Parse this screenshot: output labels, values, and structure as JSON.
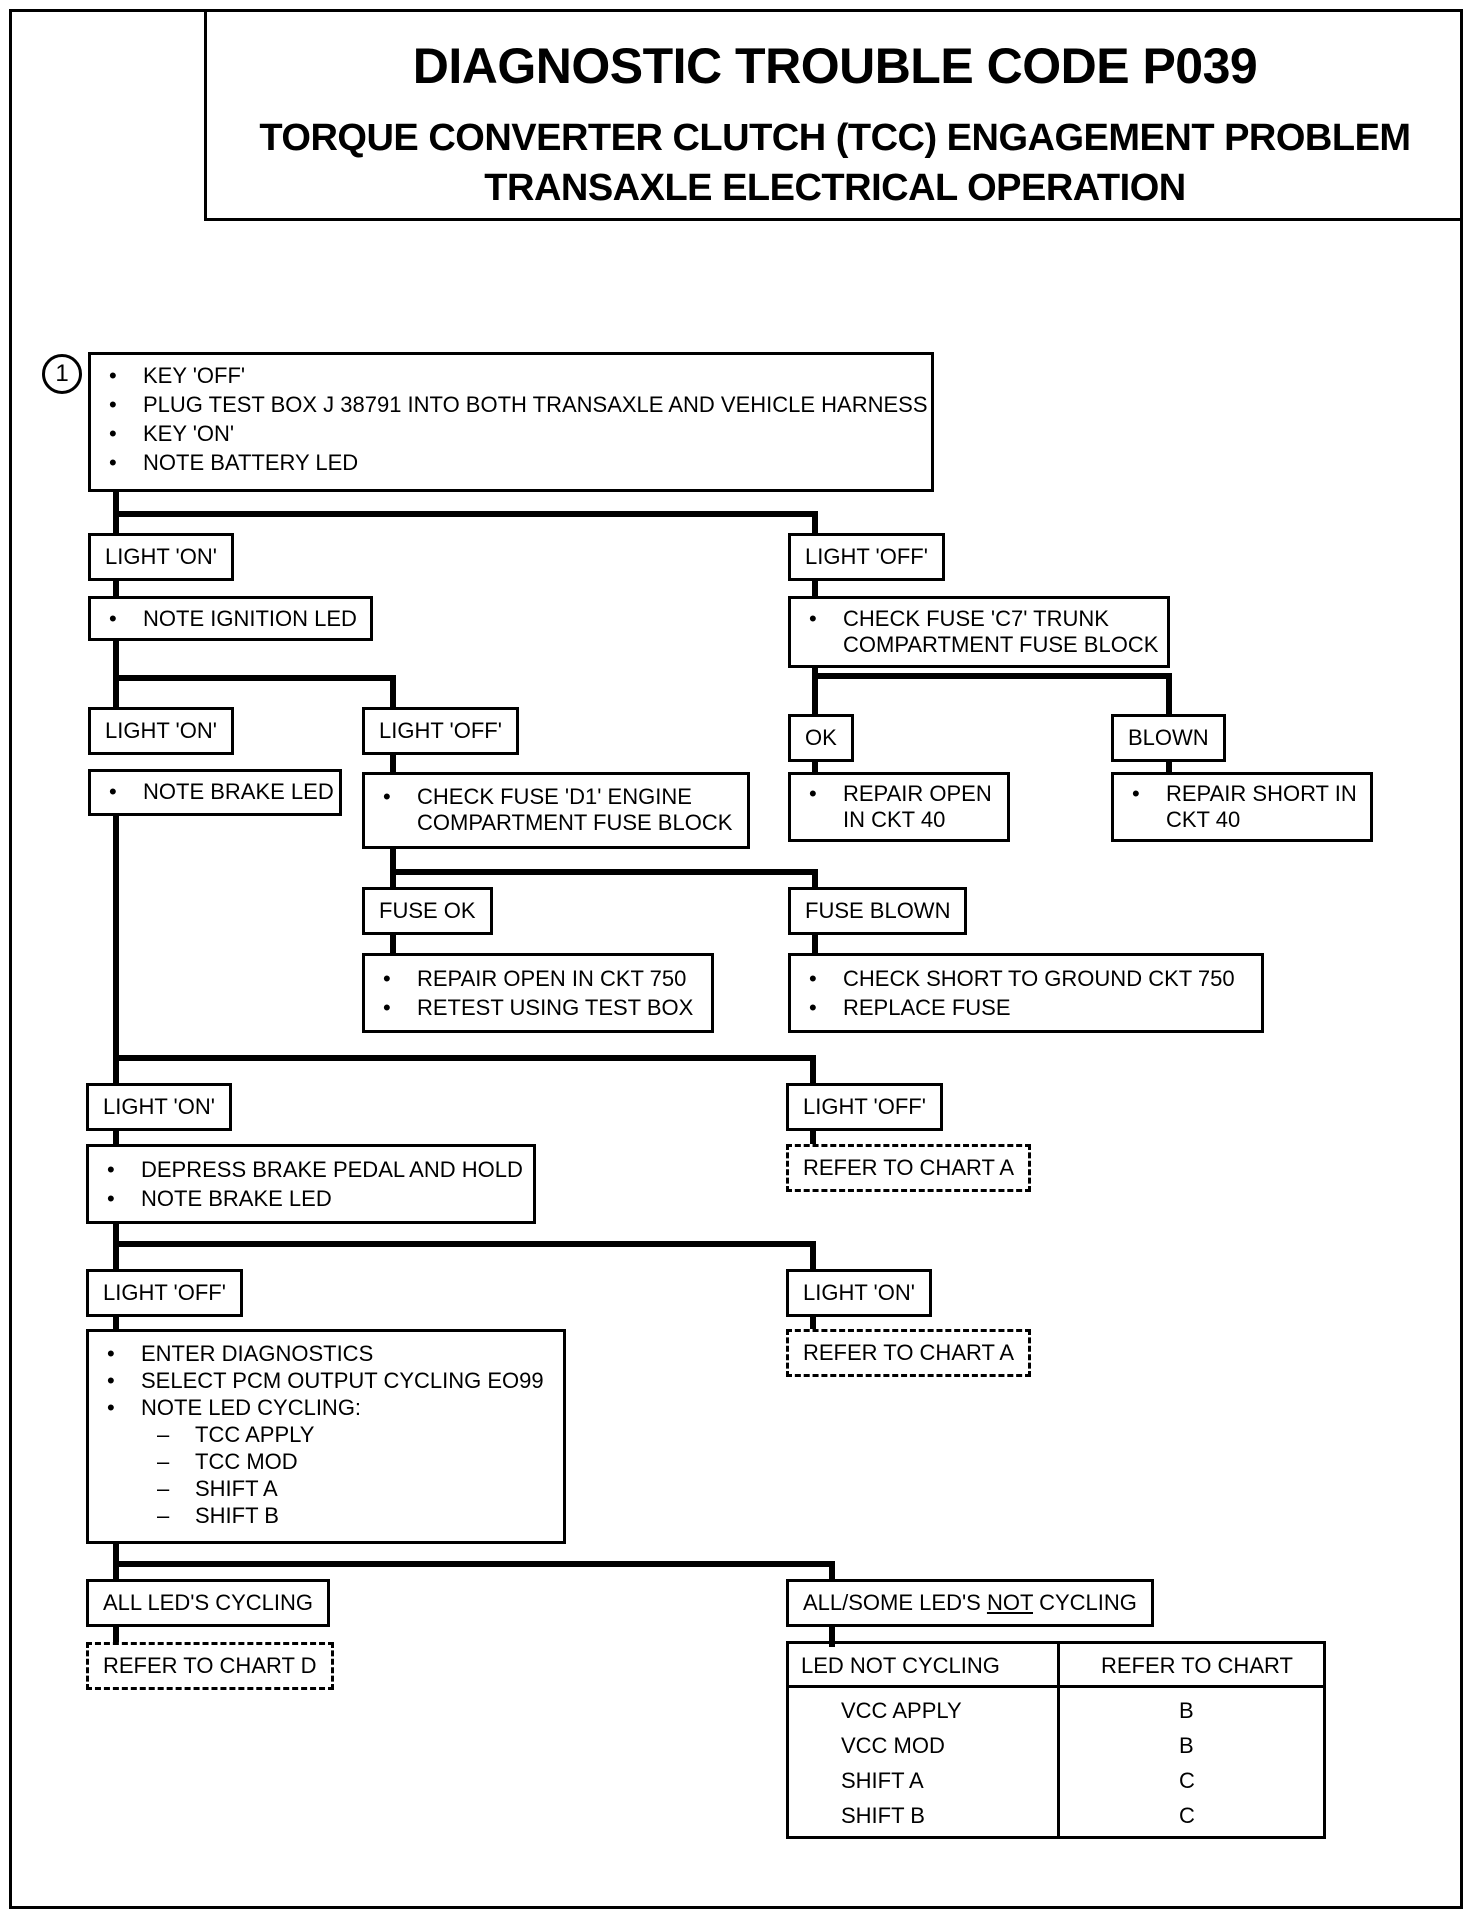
{
  "title": {
    "main": "DIAGNOSTIC TROUBLE CODE P039",
    "sub1": "TORQUE CONVERTER CLUTCH (TCC) ENGAGEMENT PROBLEM",
    "sub2": "TRANSAXLE  ELECTRICAL  OPERATION"
  },
  "step_marker": "1",
  "bullet": "•",
  "dash": "–",
  "start_box": [
    "KEY 'OFF'",
    "PLUG TEST BOX J  38791 INTO BOTH TRANSAXLE AND VEHICLE HARNESS",
    "KEY 'ON'",
    "NOTE BATTERY LED"
  ],
  "battery_led": {
    "on_label": "LIGHT 'ON'",
    "off_label": "LIGHT 'OFF'",
    "on_action": [
      "NOTE IGNITION LED"
    ],
    "off_action": [
      "CHECK FUSE 'C7' TRUNK",
      "COMPARTMENT FUSE BLOCK"
    ],
    "ok_label": "OK",
    "blown_label": "BLOWN",
    "ok_action": [
      "REPAIR  OPEN",
      "IN CKT 40"
    ],
    "blown_action": [
      "REPAIR  SHORT IN",
      "CKT 40"
    ]
  },
  "ignition_led": {
    "on_label": "LIGHT 'ON'",
    "off_label": "LIGHT 'OFF'",
    "on_action": [
      "NOTE BRAKE LED"
    ],
    "off_action": [
      "CHECK FUSE 'D1' ENGINE",
      "COMPARTMENT FUSE BLOCK"
    ],
    "fuse_ok_label": "FUSE OK",
    "fuse_blown_label": "FUSE BLOWN",
    "fuse_ok_action": [
      "REPAIR OPEN IN CKT 750",
      "RETEST USING TEST BOX"
    ],
    "fuse_blown_action": [
      "CHECK SHORT TO GROUND CKT 750",
      "REPLACE  FUSE"
    ]
  },
  "brake_led": {
    "on_label": "LIGHT 'ON'",
    "off_label": "LIGHT 'OFF'",
    "on_action": [
      "DEPRESS BRAKE PEDAL AND HOLD",
      "NOTE BRAKE LED"
    ],
    "off_ref": "REFER TO CHART A"
  },
  "brake_hold": {
    "off_label": "LIGHT 'OFF'",
    "on_label": "LIGHT 'ON'",
    "on_ref": "REFER TO CHART A",
    "off_action": [
      "ENTER DIAGNOSTICS",
      "SELECT PCM OUTPUT CYCLING EO99",
      "NOTE LED CYCLING:"
    ],
    "off_subitems": [
      "TCC APPLY",
      "TCC MOD",
      "SHIFT A",
      "SHIFT B"
    ]
  },
  "cycling": {
    "all_label": "ALL LED'S CYCLING",
    "some_label_pre": "ALL/SOME LED'S ",
    "some_label_not": "NOT",
    "some_label_post": " CYCLING",
    "all_ref": "REFER TO CHART D"
  },
  "table": {
    "headers": [
      "LED NOT CYCLING",
      "REFER TO CHART"
    ],
    "rows": [
      [
        "VCC APPLY",
        "B"
      ],
      [
        "VCC MOD",
        "B"
      ],
      [
        "SHIFT A",
        "C"
      ],
      [
        "SHIFT B",
        "C"
      ]
    ]
  }
}
